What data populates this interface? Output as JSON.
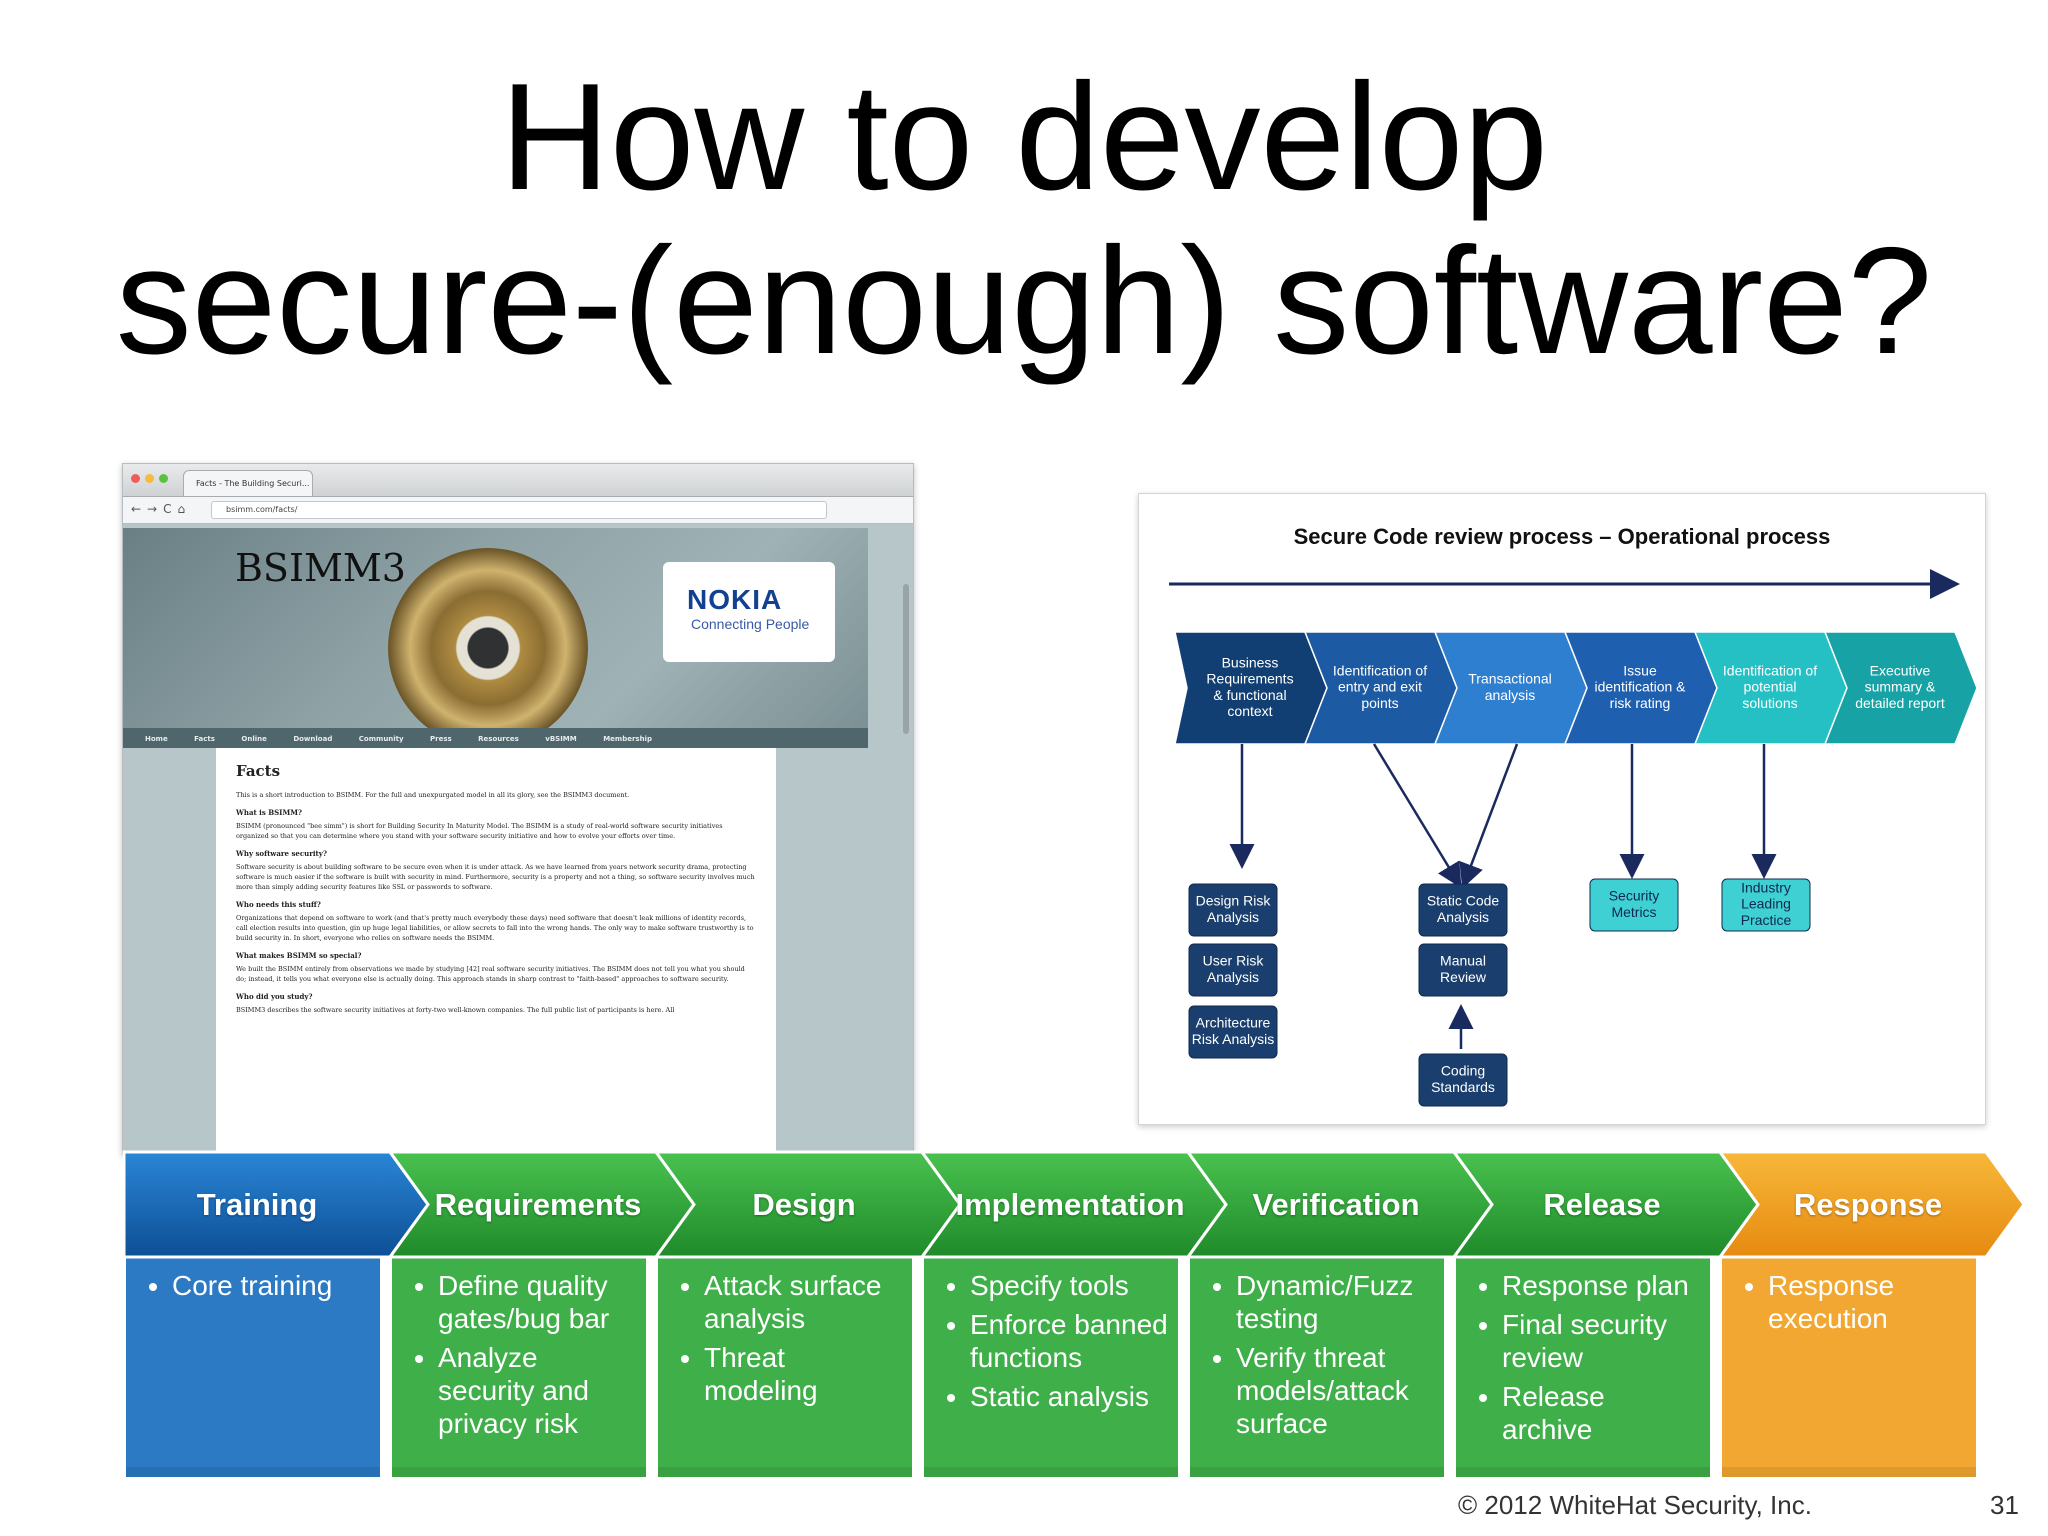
{
  "title": {
    "line1": "How to develop",
    "line2": "secure-(enough) software?"
  },
  "browser": {
    "tab_label": "Facts - The Building Securi...",
    "url": "bsimm.com/facts/",
    "site_title": "BSIMM3",
    "logo_name": "NOKIA",
    "logo_tagline": "Connecting People",
    "menu": [
      "Home",
      "Facts",
      "Online",
      "Download",
      "Community",
      "Press",
      "Resources",
      "vBSIMM",
      "Membership"
    ],
    "heading": "Facts",
    "intro": "This is a short introduction to BSIMM. For the full and unexpurgated model in all its glory, see the BSIMM3 document.",
    "faq": [
      {
        "q": "What is BSIMM?",
        "a": "BSIMM (pronounced \"bee simm\") is short for Building Security In Maturity Model. The BSIMM is a study of real-world software security initiatives organized so that you can determine where you stand with your software security initiative and how to evolve your efforts over time."
      },
      {
        "q": "Why software security?",
        "a": "Software security is about building software to be secure even when it is under attack. As we have learned from years network security drama, protecting software is much easier if the software is built with security in mind. Furthermore, security is a property and not a thing, so software security involves much more than simply adding security features like SSL or passwords to software."
      },
      {
        "q": "Who needs this stuff?",
        "a": "Organizations that depend on software to work (and that's pretty much everybody these days) need software that doesn't leak millions of identity records, call election results into question, gin up huge legal liabilities, or allow secrets to fall into the wrong hands. The only way to make software trustworthy is to build security in. In short, everyone who relies on software needs the BSIMM."
      },
      {
        "q": "What makes BSIMM so special?",
        "a": "We built the BSIMM entirely from observations we made by studying [42] real software security initiatives. The BSIMM does not tell you what you should do; instead, it tells you what everyone else is actually doing. This approach stands in sharp contrast to \"faith-based\" approaches to software security."
      },
      {
        "q": "Who did you study?",
        "a": "BSIMM3 describes the software security initiatives at forty-two well-known companies. The full public list of participants is here. All"
      }
    ]
  },
  "process": {
    "title": "Secure Code review process – Operational process",
    "steps": [
      {
        "lines": [
          "Business",
          "Requirements",
          "& functional",
          "context"
        ],
        "color": "#123f73"
      },
      {
        "lines": [
          "Identification of",
          "entry and exit",
          "points"
        ],
        "color": "#1c5aa3"
      },
      {
        "lines": [
          "Transactional",
          "analysis"
        ],
        "color": "#2f7fd0"
      },
      {
        "lines": [
          "Issue",
          "identification &",
          "risk rating"
        ],
        "color": "#1f5fb0"
      },
      {
        "lines": [
          "Identification of",
          "potential",
          "solutions"
        ],
        "color": "#24c0c4"
      },
      {
        "lines": [
          "Executive",
          "summary &",
          "detailed report"
        ],
        "color": "#17a3a6"
      }
    ],
    "boxes": {
      "design_risk": [
        "Design Risk",
        "Analysis"
      ],
      "user_risk": [
        "User Risk",
        "Analysis"
      ],
      "architecture": [
        "Architecture",
        "Risk Analysis"
      ],
      "static_code": [
        "Static Code",
        "Analysis"
      ],
      "manual_review": [
        "Manual",
        "Review"
      ],
      "coding_standards": [
        "Coding",
        "Standards"
      ],
      "security_metrics": [
        "Security",
        "Metrics"
      ],
      "industry_practice": [
        "Industry",
        "Leading",
        "Practice"
      ]
    },
    "colors": {
      "dark_blue": "#1a3f6e",
      "teal": "#3fd0d4"
    }
  },
  "sdl": {
    "phases": [
      {
        "name": "Training",
        "items": [
          "Core training"
        ],
        "color": "#1a6fbf"
      },
      {
        "name": "Requirements",
        "items": [
          "Define quality gates/bug bar",
          "Analyze security and privacy risk"
        ],
        "color": "#2fa83a"
      },
      {
        "name": "Design",
        "items": [
          "Attack surface analysis",
          "Threat modeling"
        ],
        "color": "#2fa83a"
      },
      {
        "name": "Implementation",
        "items": [
          "Specify tools",
          "Enforce banned functions",
          "Static analysis"
        ],
        "color": "#2fa83a"
      },
      {
        "name": "Verification",
        "items": [
          "Dynamic/Fuzz testing",
          "Verify threat models/attack surface"
        ],
        "color": "#2fa83a"
      },
      {
        "name": "Release",
        "items": [
          "Response plan",
          "Final security review",
          "Release archive"
        ],
        "color": "#2fa83a"
      },
      {
        "name": "Response",
        "items": [
          "Response execution"
        ],
        "color": "#f0a020"
      }
    ]
  },
  "footer": {
    "copyright": "© 2012 WhiteHat Security, Inc.",
    "page_number": "31"
  }
}
